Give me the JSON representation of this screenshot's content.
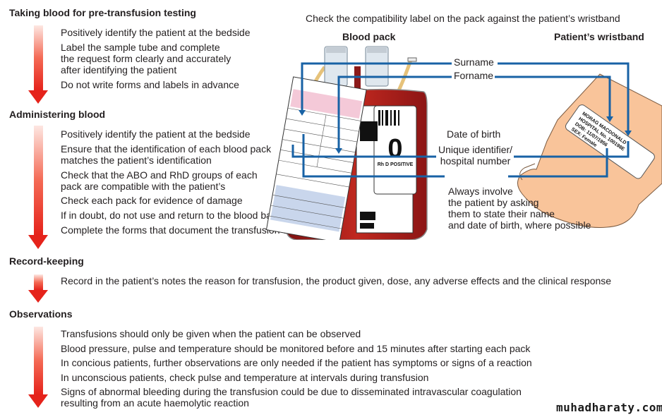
{
  "sections": [
    {
      "heading": "Taking blood for pre-transfusion testing",
      "items": [
        "Positively identify the patient at the bedside",
        "Label the sample tube and complete\nthe request form clearly and accurately\nafter identifying the patient",
        "Do not write forms and labels in advance"
      ]
    },
    {
      "heading": "Administering blood",
      "items": [
        "Positively identify the patient at the bedside",
        "Ensure that the identification of each blood pack\nmatches the patient’s identification",
        "Check that the ABO and RhD groups of each\npack are compatible with the patient’s",
        "Check each pack for evidence of damage",
        "If in doubt, do not use and return to the blood bank",
        "Complete the forms that document the transfusion of each pack"
      ]
    },
    {
      "heading": "Record-keeping",
      "items": [
        "Record in the patient’s notes the reason for transfusion, the product given, dose, any adverse effects and the clinical response"
      ]
    },
    {
      "heading": "Observations",
      "items": [
        "Transfusions should only be given when the patient can be observed",
        "Blood pressure, pulse and temperature should be monitored before and 15 minutes after starting each pack",
        "In concious patients, further observations are only needed if the patient has symptoms or signs of a reaction",
        "In unconscious patients, check pulse and temperature at intervals during transfusion",
        "Signs of abnormal bleeding during the transfusion could be due to disseminated intravascular coagulation\nresulting from an acute haemolytic reaction"
      ]
    }
  ],
  "illustration": {
    "caption": "Check the compatibility label on the pack against the patient’s wristband",
    "blood_pack_title": "Blood pack",
    "wristband_title": "Patient’s wristband",
    "labels": {
      "surname": "Surname",
      "forname": "Forname",
      "dob": "Date of birth",
      "uid": "Unique identifier/\nhospital number"
    },
    "pack_label": {
      "group": "0",
      "rh": "Rh D POSITIVE"
    },
    "wristband_text": [
      "MORAG MACDONALD",
      "HOSPITAL No. 100198E",
      "DOB: 11/07/1956",
      "SEX: Female"
    ],
    "note": "Always involve\nthe patient by asking\nthem to state their name\nand date of birth, where possible",
    "colors": {
      "connector": "#1862a5",
      "arrow_top": "#fde2dc",
      "arrow_bottom": "#e5231b",
      "blood": "#b01c1c",
      "skin": "#f9c49a",
      "form_pink": "#f4c9d8",
      "form_blue": "#c9d6ec"
    }
  },
  "watermark": "muhadharaty.com"
}
